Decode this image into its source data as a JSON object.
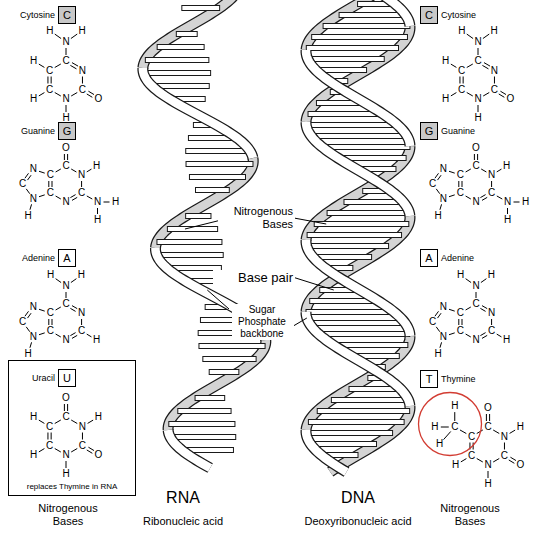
{
  "diagram": {
    "nodes": [
      {
        "text": [
          "Cytosine",
          "C"
        ]
      },
      {
        "text": [
          "Guanine",
          "G"
        ]
      },
      {
        "text": [
          "Adenine",
          "A"
        ]
      },
      {
        "text": [
          "replaces Thymine in RNA"
        ]
      },
      {
        "text": [
          "Uracil",
          "U"
        ],
        "in": 3
      },
      {
        "text": [
          "C",
          "Cytosine"
        ]
      },
      {
        "text": [
          "G",
          "Guanine"
        ]
      },
      {
        "text": [
          "A",
          "Adenine"
        ]
      },
      {
        "text": [
          "T",
          "Thymine"
        ]
      }
    ],
    "labels": [
      "Nitrogenous Bases",
      "Base pair",
      "Sugar Phosphate backbone",
      "RNA",
      "Ribonucleic acid",
      "DNA",
      "Deoxyribonucleic acid",
      "Nitrogenous Bases",
      "Nitrogenous Bases",
      "C",
      "N",
      "C",
      "N",
      "C",
      "C",
      "N",
      "H",
      "H",
      "O",
      "H",
      "H",
      "H",
      "C",
      "N",
      "C",
      "N",
      "C",
      "C",
      "N",
      "C",
      "N",
      "O",
      "H",
      "N",
      "H",
      "H",
      "H",
      "C",
      "N",
      "C",
      "N",
      "C",
      "C",
      "N",
      "C",
      "N",
      "N",
      "H",
      "H",
      "H",
      "H",
      "C",
      "N",
      "C",
      "N",
      "C",
      "C",
      "O",
      "H",
      "O",
      "H",
      "H",
      "H",
      "C",
      "N",
      "C",
      "N",
      "C",
      "C",
      "N",
      "H",
      "H",
      "O",
      "H",
      "H",
      "H",
      "C",
      "N",
      "C",
      "N",
      "C",
      "C",
      "N",
      "C",
      "N",
      "O",
      "H",
      "N",
      "H",
      "H",
      "H",
      "C",
      "N",
      "C",
      "N",
      "C",
      "C",
      "N",
      "C",
      "N",
      "N",
      "H",
      "H",
      "H",
      "H",
      "C",
      "N",
      "C",
      "N",
      "C",
      "C",
      "O",
      "H",
      "O",
      "H",
      "H",
      "C",
      "H",
      "H",
      "H"
    ]
  }
}
